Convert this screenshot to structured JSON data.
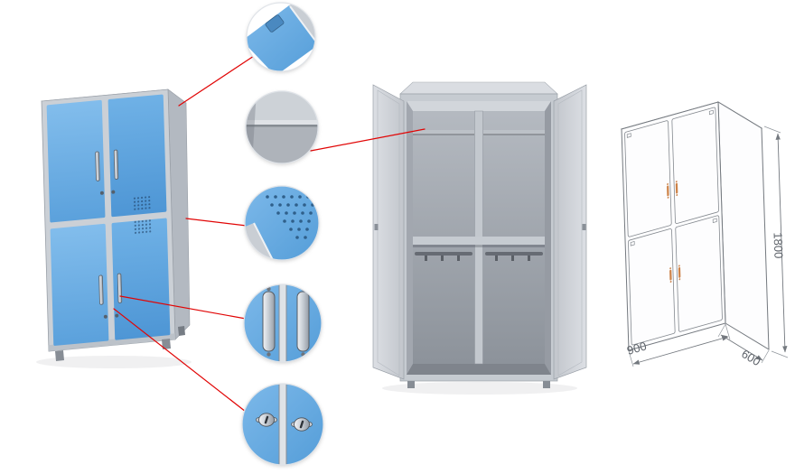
{
  "figure": {
    "subject": "four-door-metal-locker-product-diagram",
    "views": {
      "closed": "closed-locker-view",
      "open": "open-locker-view",
      "drawing": "dimension-line-drawing-view"
    }
  },
  "dimensions": {
    "height": "1800",
    "width": "900",
    "depth": "600"
  },
  "callouts": [
    {
      "name": "top-corner-detail"
    },
    {
      "name": "shelf-detail"
    },
    {
      "name": "vent-holes-detail"
    },
    {
      "name": "handles-detail"
    },
    {
      "name": "locks-detail"
    }
  ],
  "colors": {
    "door_blue": "#66abe1",
    "frame_gray": "#ccd1d7",
    "interior_gray": "#a3a8b0",
    "callout_line_red": "#e10505",
    "drawing_line_gray": "#74797f",
    "drawing_handle_orange": "#d08448"
  }
}
